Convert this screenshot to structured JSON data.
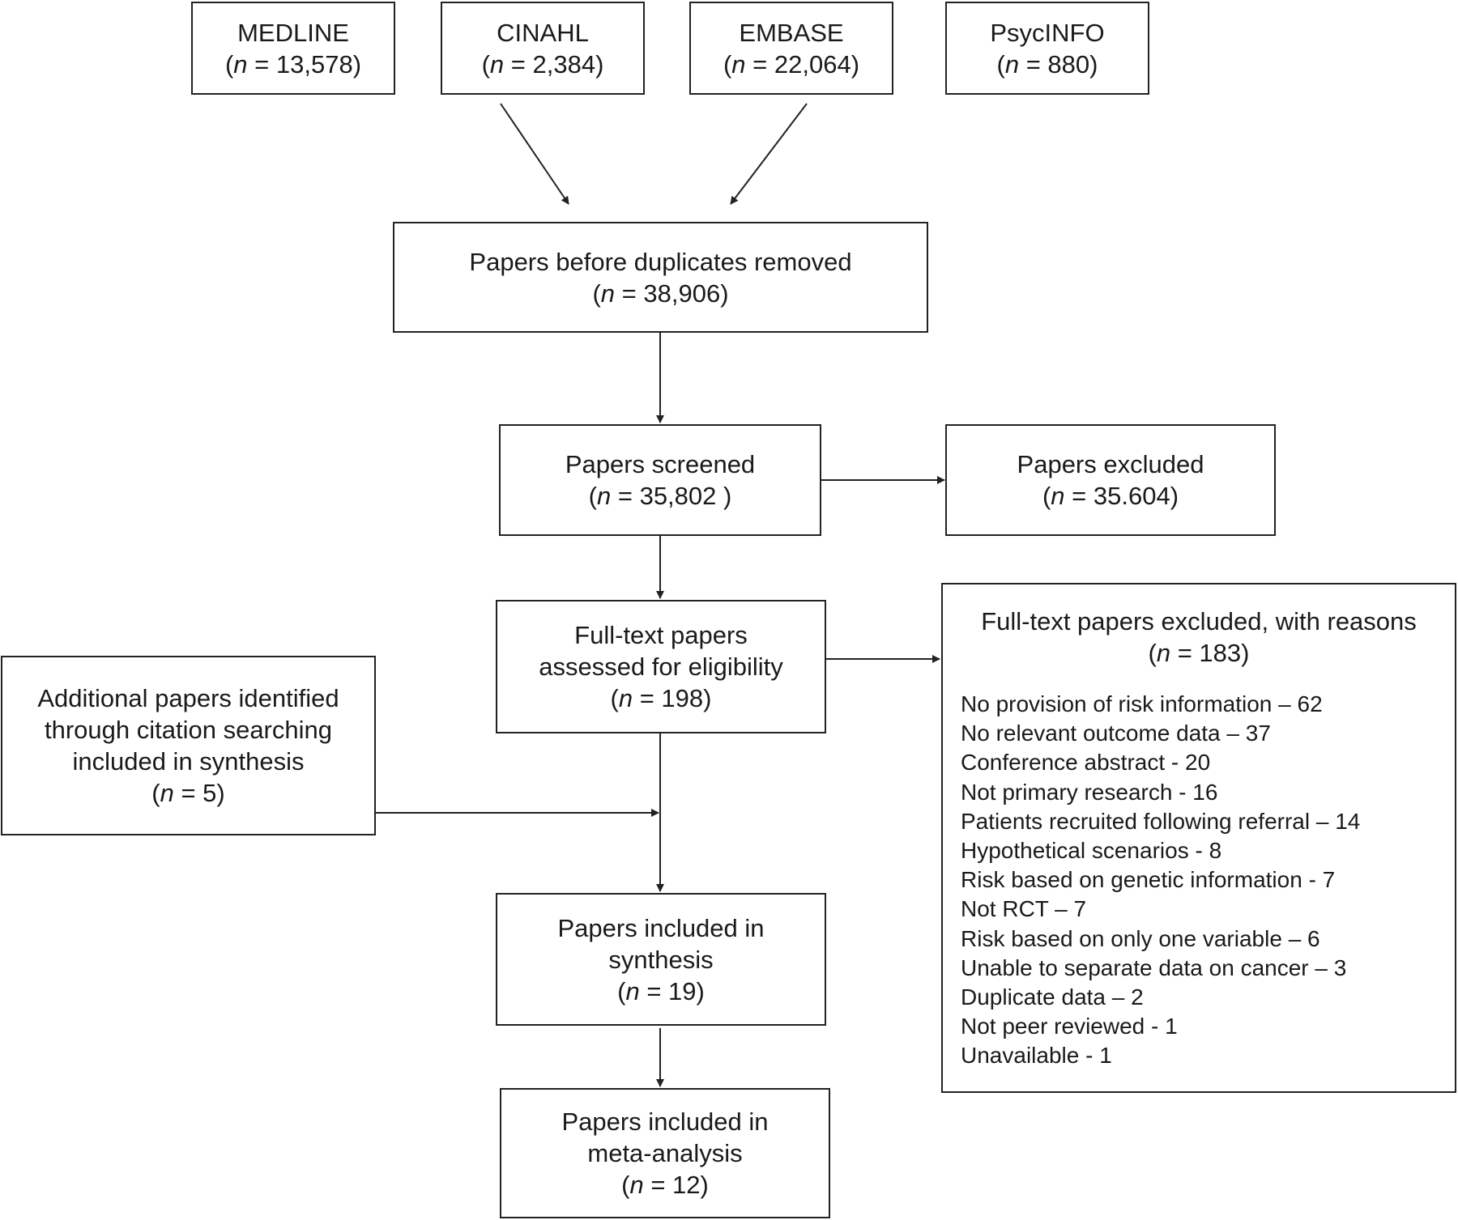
{
  "sources": [
    {
      "name": "MEDLINE",
      "n": "13,578"
    },
    {
      "name": "CINAHL",
      "n": "2,384"
    },
    {
      "name": "EMBASE",
      "n": "22,064"
    },
    {
      "name": "PsycINFO",
      "n": "880"
    }
  ],
  "n_symbol": "n",
  "before_duplicates": {
    "label": "Papers before duplicates removed",
    "n": "38,906"
  },
  "screened": {
    "label": "Papers screened",
    "n": "35,802 "
  },
  "excluded": {
    "label": "Papers excluded",
    "n": "35.604"
  },
  "full_text": {
    "line1": "Full-text papers",
    "line2": "assessed for eligibility",
    "n": "198"
  },
  "full_text_excluded": {
    "label": "Full-text papers excluded, with reasons",
    "n": "183",
    "reasons": [
      "No provision of risk information – 62",
      "No relevant outcome data – 37",
      "Conference abstract - 20",
      "Not primary research - 16",
      "Patients recruited following referral – 14",
      "Hypothetical scenarios - 8",
      "Risk based on genetic information - 7",
      "Not RCT – 7",
      "Risk based on only one variable – 6",
      "Unable to separate data on cancer – 3",
      "Duplicate data – 2",
      "Not peer reviewed - 1",
      "Unavailable - 1"
    ]
  },
  "additional": {
    "line1": "Additional papers identified",
    "line2": "through citation searching",
    "line3": "included in synthesis",
    "n": "5"
  },
  "synthesis": {
    "line1": "Papers included in",
    "line2": "synthesis",
    "n": "19"
  },
  "meta_analysis": {
    "line1": "Papers included in",
    "line2": "meta-analysis",
    "n": "12"
  }
}
